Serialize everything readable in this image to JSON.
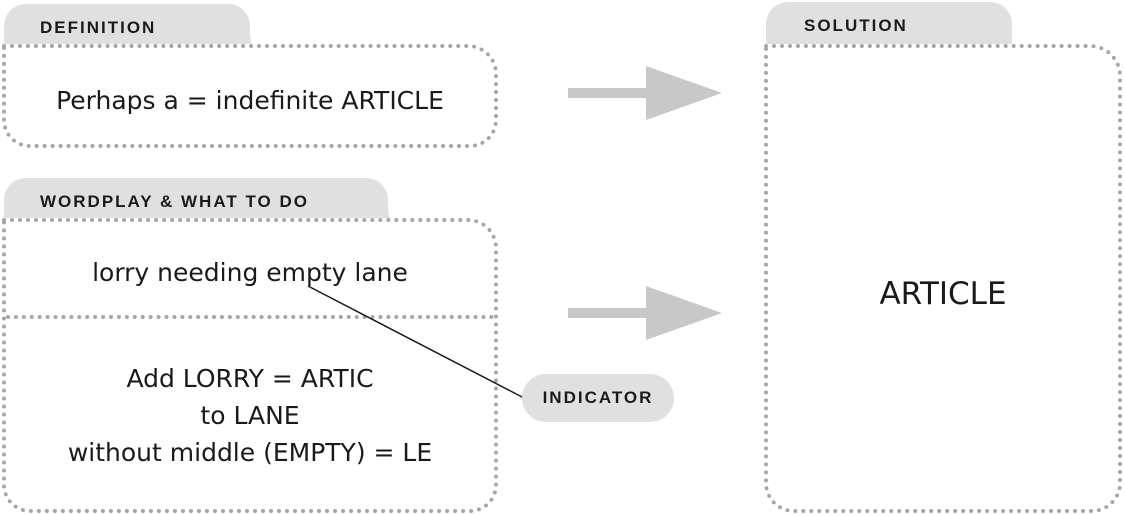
{
  "definition": {
    "label": "DEFINITION",
    "text": "Perhaps a = indefinite ARTICLE"
  },
  "wordplay": {
    "label": "WORDPLAY & WHAT TO DO",
    "clue_text": "lorry needing empty lane",
    "steps": [
      "Add LORRY = ARTIC",
      "to LANE",
      "without middle (EMPTY) = LE"
    ]
  },
  "indicator": {
    "label": "INDICATOR"
  },
  "solution": {
    "label": "SOLUTION",
    "answer": "ARTICLE"
  },
  "colors": {
    "tab_fill": "#e0e0e0",
    "dotted_border": "#a6a6a6",
    "arrow": "#c8c8c8",
    "text": "#1a1a1a"
  }
}
